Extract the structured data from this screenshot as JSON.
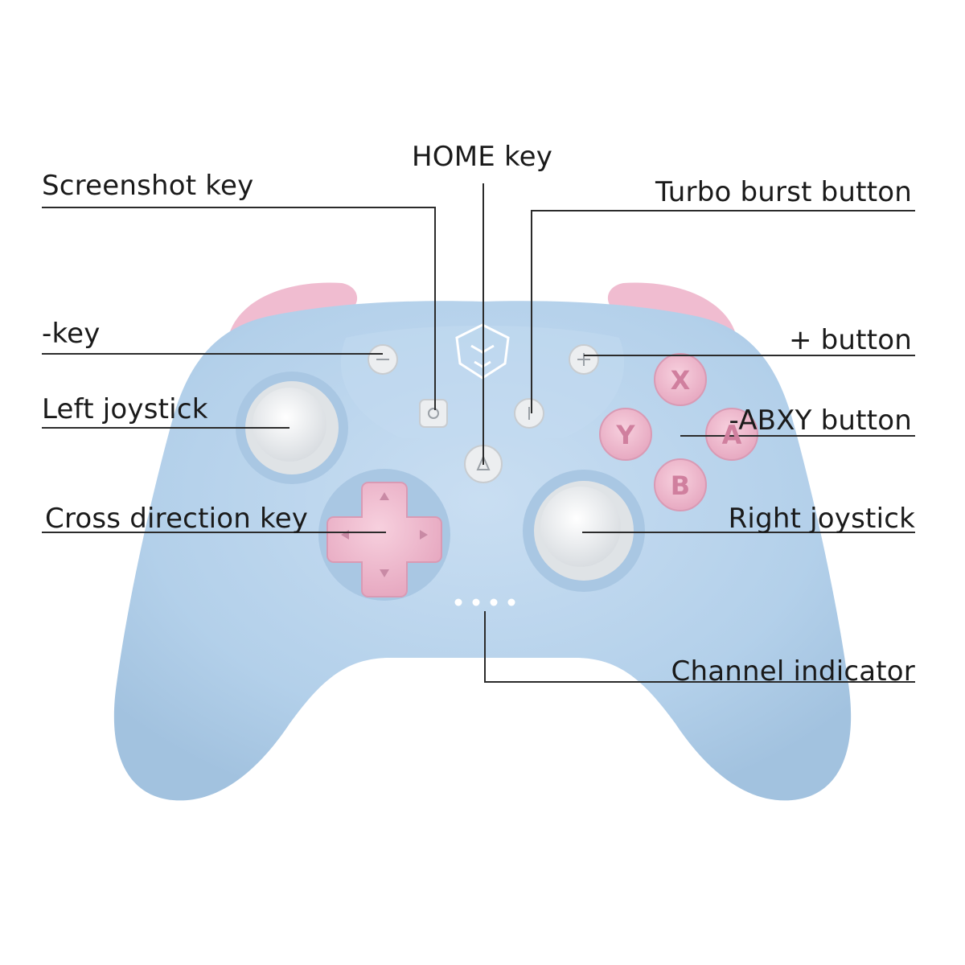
{
  "labels": {
    "home_key": "HOME key",
    "screenshot_key": "Screenshot key",
    "turbo_burst_button": "Turbo burst button",
    "minus_key": "-key",
    "plus_button": "+ button",
    "left_joystick": "Left joystick",
    "abxy_button": "-ABXY button",
    "cross_direction_key": "Cross direction key",
    "right_joystick": "Right joystick",
    "channel_indicator": "Channel indicator"
  },
  "face_buttons": {
    "x": "X",
    "y": "Y",
    "a": "A",
    "b": "B"
  },
  "colors": {
    "body": "#b6d3ec",
    "body_shadow": "#9fc0de",
    "accent_pink": "#f2bfd3",
    "stick": "#eceff1",
    "line": "#2b2b2b"
  },
  "channel_indicator_count": 4
}
